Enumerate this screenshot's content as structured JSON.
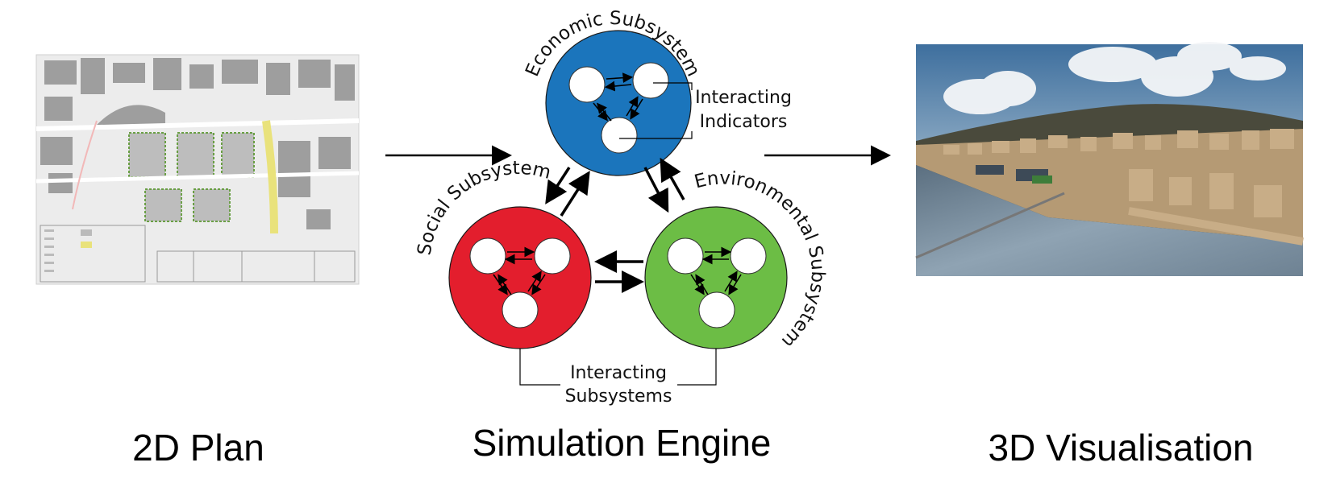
{
  "captions": {
    "plan": "2D Plan",
    "engine": "Simulation Engine",
    "visualisation": "3D Visualisation"
  },
  "subsystems": {
    "economic": "Economic Subsystem",
    "social": "Social Subsystem",
    "environmental": "Environmental Subsystem"
  },
  "annotations": {
    "indicators_line1": "Interacting",
    "indicators_line2": "Indicators",
    "subsystems_line1": "Interacting",
    "subsystems_line2": "Subsystems"
  },
  "colors": {
    "economic": "#1b75bc",
    "social": "#e31e2d",
    "environmental": "#6cbd45"
  }
}
